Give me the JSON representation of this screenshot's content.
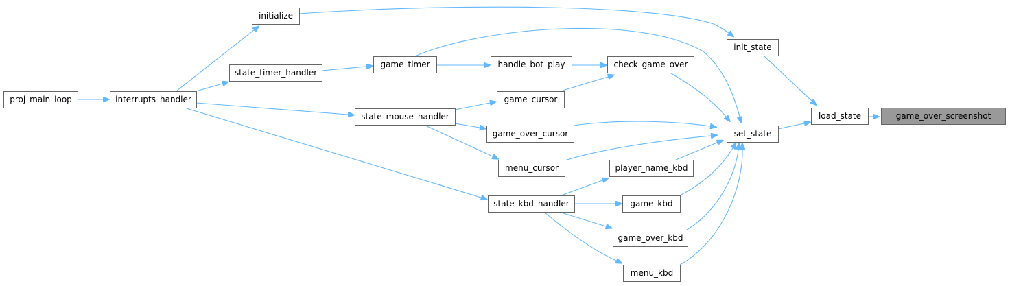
{
  "graph": {
    "edge_color": "#63b8ff",
    "node_border_color": "#666666",
    "root_fill_color": "#999999",
    "nodes": {
      "proj_main_loop": "proj_main_loop",
      "interrupts_handler": "interrupts_handler",
      "initialize": "initialize",
      "state_timer_handler": "state_timer_handler",
      "game_timer": "game_timer",
      "handle_bot_play": "handle_bot_play",
      "check_game_over": "check_game_over",
      "state_mouse_handler": "state_mouse_handler",
      "game_cursor": "game_cursor",
      "game_over_cursor": "game_over_cursor",
      "menu_cursor": "menu_cursor",
      "state_kbd_handler": "state_kbd_handler",
      "player_name_kbd": "player_name_kbd",
      "game_kbd": "game_kbd",
      "game_over_kbd": "game_over_kbd",
      "menu_kbd": "menu_kbd",
      "init_state": "init_state",
      "set_state": "set_state",
      "load_state": "load_state",
      "game_over_screenshot": "game_over_screenshot"
    }
  }
}
